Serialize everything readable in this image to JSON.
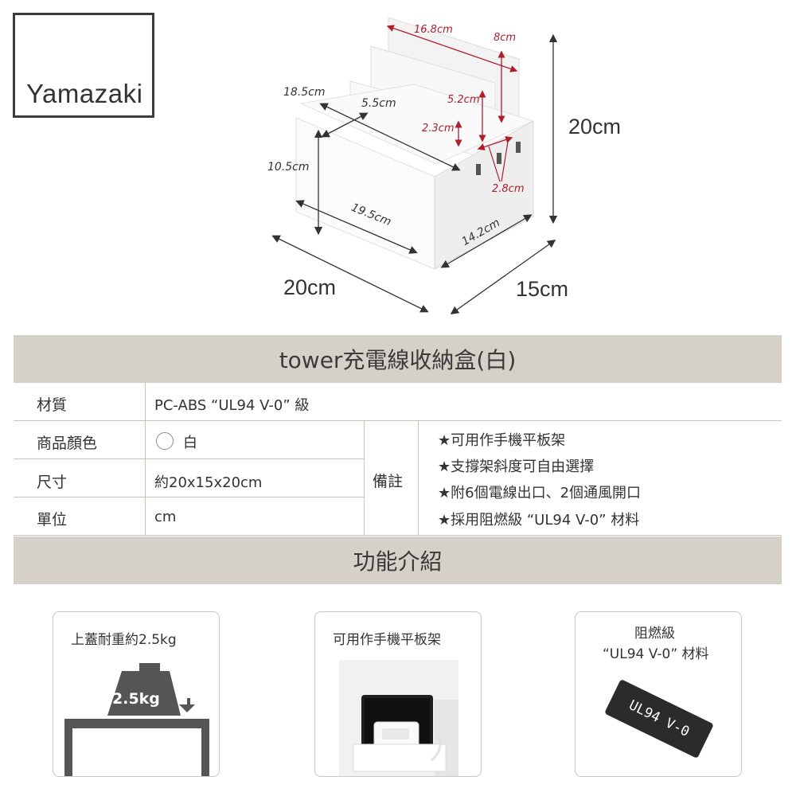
{
  "brand": {
    "logo_text": "Yamazaki"
  },
  "dimensions": {
    "top_width": "16.8cm",
    "top_height": "8cm",
    "lid_length": "18.5cm",
    "slot_gap": "5.5cm",
    "mid_height": "5.2cm",
    "low_height": "2.3cm",
    "slot_width": "2.8cm",
    "body_height": "10.5cm",
    "inner_length": "19.5cm",
    "inner_depth": "14.2cm",
    "total_height": "20cm",
    "total_length": "20cm",
    "total_depth": "15cm"
  },
  "title": "tower充電線收納盒(白)",
  "specs": {
    "material_label": "材質",
    "material_value": "PC-ABS “UL94 V-0” 級",
    "color_label": "商品顏色",
    "color_value": "白",
    "size_label": "尺寸",
    "size_value": "約20x15x20cm",
    "unit_label": "單位",
    "unit_value": "cm",
    "notes_label": "備註",
    "notes": [
      "★可用作手機平板架",
      "★支撐架斜度可自由選擇",
      "★附6個電線出口、2個通風開口",
      "★採用阻燃級 “UL94 V-0” 材料"
    ]
  },
  "features_title": "功能介紹",
  "features": [
    {
      "title": "上蓋耐重約2.5kg",
      "weight_label": "2.5kg"
    },
    {
      "title": "可用作手機平板架"
    },
    {
      "title_line1": "阻燃級",
      "title_line2": "“UL94 V-0” 材料",
      "tag_label": "UL94 V-0"
    }
  ]
}
